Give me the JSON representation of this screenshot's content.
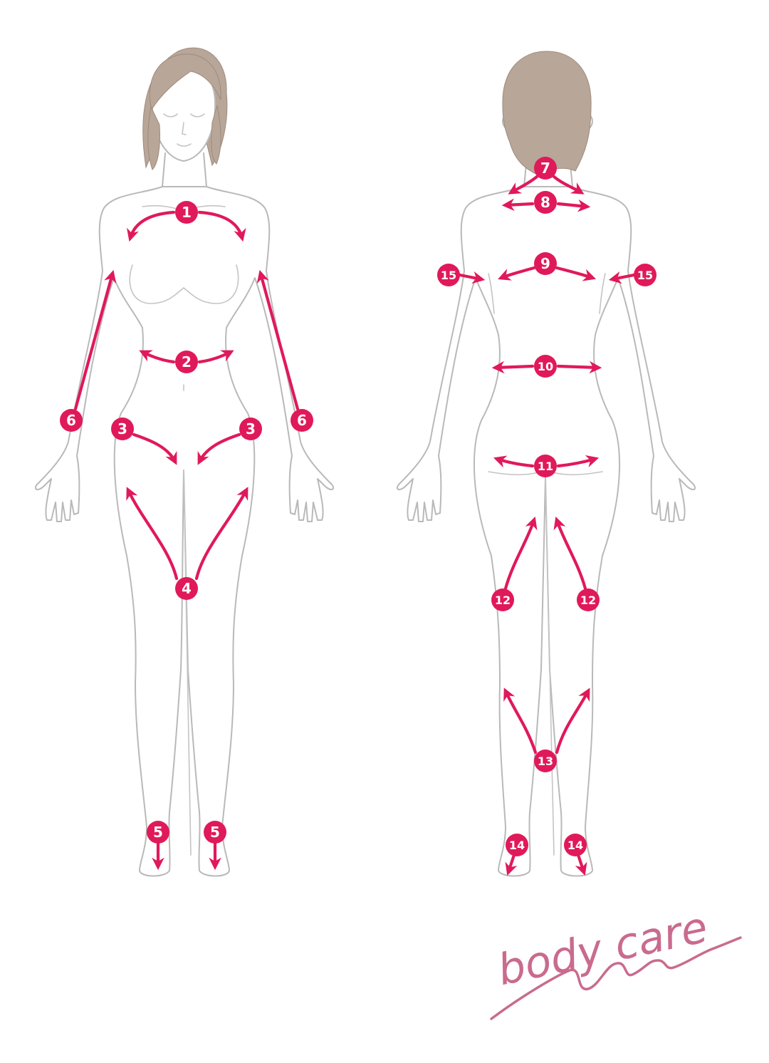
{
  "colors": {
    "accent": "#e0195a",
    "outline": "#b9b9b9",
    "hair": "#b8a698",
    "caption": "#c96b8e"
  },
  "caption": {
    "text": "body care"
  },
  "front_figure": {
    "steps": [
      {
        "id": "front-1",
        "label": "1"
      },
      {
        "id": "front-2",
        "label": "2"
      },
      {
        "id": "front-3-left",
        "label": "3"
      },
      {
        "id": "front-3-right",
        "label": "3"
      },
      {
        "id": "front-4",
        "label": "4"
      },
      {
        "id": "front-5-left",
        "label": "5"
      },
      {
        "id": "front-5-right",
        "label": "5"
      },
      {
        "id": "front-6-left",
        "label": "6"
      },
      {
        "id": "front-6-right",
        "label": "6"
      }
    ]
  },
  "back_figure": {
    "steps": [
      {
        "id": "back-7",
        "label": "7"
      },
      {
        "id": "back-8",
        "label": "8"
      },
      {
        "id": "back-9",
        "label": "9"
      },
      {
        "id": "back-10",
        "label": "10"
      },
      {
        "id": "back-11",
        "label": "11"
      },
      {
        "id": "back-12-left",
        "label": "12"
      },
      {
        "id": "back-12-right",
        "label": "12"
      },
      {
        "id": "back-13",
        "label": "13"
      },
      {
        "id": "back-14-left",
        "label": "14"
      },
      {
        "id": "back-14-right",
        "label": "14"
      },
      {
        "id": "back-15-left",
        "label": "15"
      },
      {
        "id": "back-15-right",
        "label": "15"
      }
    ]
  }
}
